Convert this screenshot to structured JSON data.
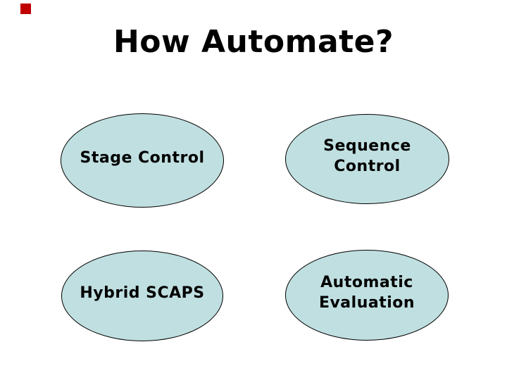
{
  "slide": {
    "title": "How Automate?",
    "colors": {
      "background": "#ffffff",
      "title_text": "#000000",
      "ellipse_fill": "#c0dfe1",
      "ellipse_border": "#000000",
      "label_text": "#000000",
      "corner_square": "#c00000"
    },
    "nodes": [
      {
        "name": "stage-control",
        "lines": [
          "Stage Control"
        ]
      },
      {
        "name": "sequence-control",
        "lines": [
          "Sequence",
          "Control"
        ]
      },
      {
        "name": "hybrid-scaps",
        "lines": [
          "Hybrid SCAPS"
        ]
      },
      {
        "name": "automatic-evaluation",
        "lines": [
          "Automatic",
          "Evaluation"
        ]
      }
    ]
  }
}
